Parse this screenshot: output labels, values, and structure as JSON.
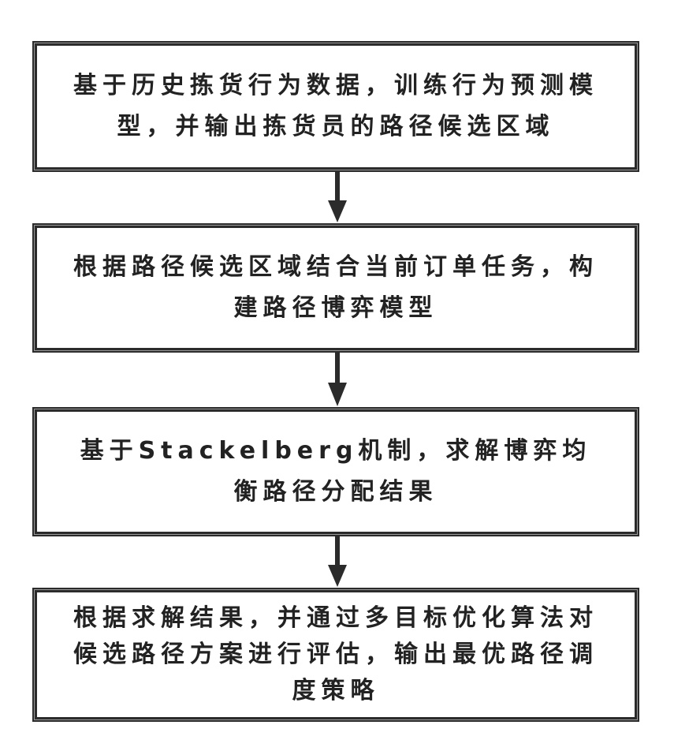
{
  "steps": [
    {
      "text": "基于历史拣货行为数据，训练行为预测模型，并输出拣货员的路径候选区域"
    },
    {
      "text": "根据路径候选区域结合当前订单任务，构建路径博弈模型"
    },
    {
      "text": "基于Stackelberg机制，求解博弈均衡路径分配结果"
    },
    {
      "text": "根据求解结果，并通过多目标优化算法对候选路径方案进行评估，输出最优路径调度策略"
    }
  ],
  "colors": {
    "border": "#2b2b2b",
    "text": "#222222",
    "arrow": "#2b2b2b"
  }
}
